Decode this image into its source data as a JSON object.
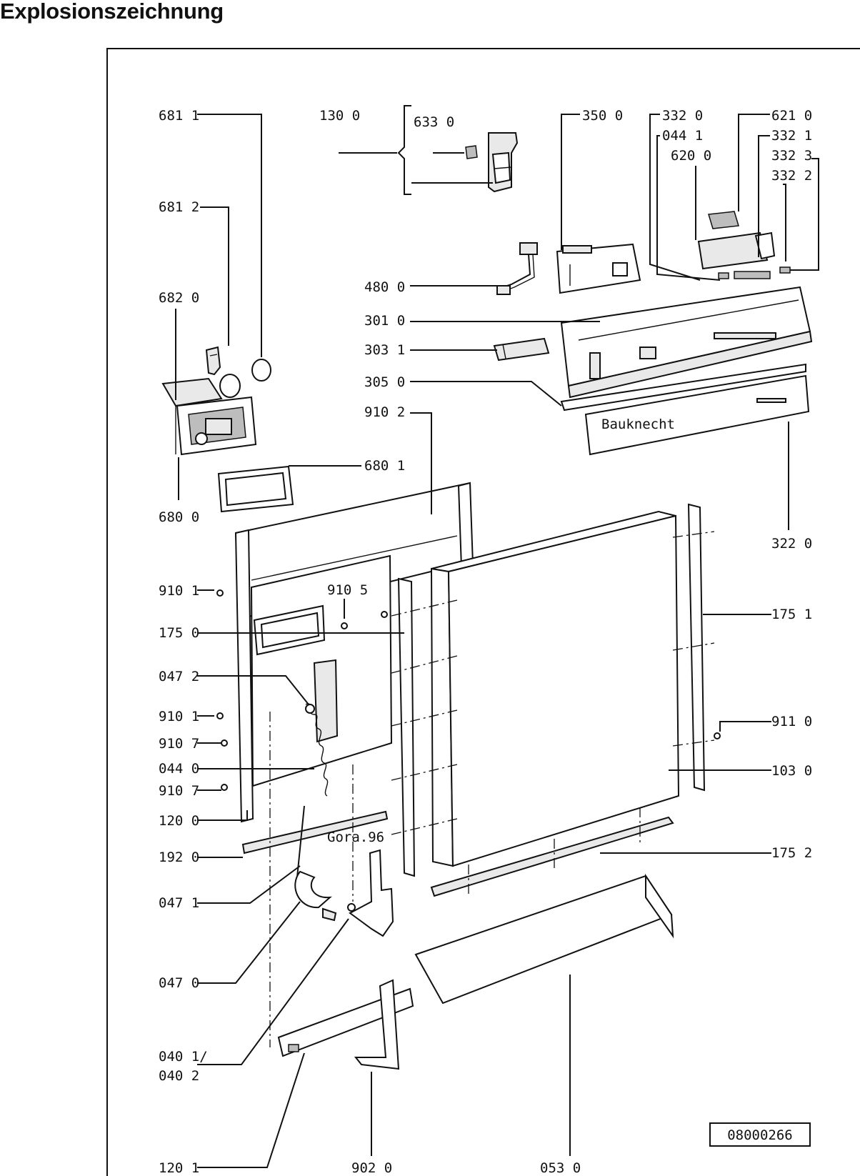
{
  "page": {
    "title": "Explosionszeichnung"
  },
  "drawing_id": "08000266",
  "labels": {
    "l6811": "681 1",
    "l1300": "130 0",
    "l6330": "633 0",
    "l3500": "350 0",
    "l3320": "332 0",
    "l6210": "621 0",
    "l0441": "044 1",
    "l3321": "332 1",
    "l6200": "620 0",
    "l3323": "332 3",
    "l3322": "332 2",
    "l6812": "681 2",
    "l4800": "480 0",
    "l6820": "682 0",
    "l3010": "301 0",
    "l3031": "303 1",
    "l3050": "305 0",
    "l9102": "910 2",
    "l6801": "680 1",
    "l6800": "680 0",
    "l3220": "322 0",
    "l9101a": "910 1",
    "l9105": "910 5",
    "l1751": "175 1",
    "l1750": "175 0",
    "l0472": "047 2",
    "l9101b": "910 1",
    "l9110": "911 0",
    "l9107a": "910 7",
    "l0440": "044 0",
    "l1030": "103 0",
    "l9107b": "910 7",
    "l1200": "120 0",
    "l1920": "192 0",
    "l1752": "175 2",
    "l0471": "047 1",
    "l0470": "047 0",
    "l0401": "040 1/",
    "l0402": "040 2",
    "l1201": "120 1",
    "l9020": "902 0",
    "l0530": "053 0"
  },
  "panel_text": {
    "brand": "Bauknecht",
    "spring_mark": "Gora.96"
  },
  "colors": {
    "ink": "#111111",
    "paper": "#ffffff",
    "fill_light": "#e9e9e9",
    "fill_dark": "#bdbdbd"
  }
}
